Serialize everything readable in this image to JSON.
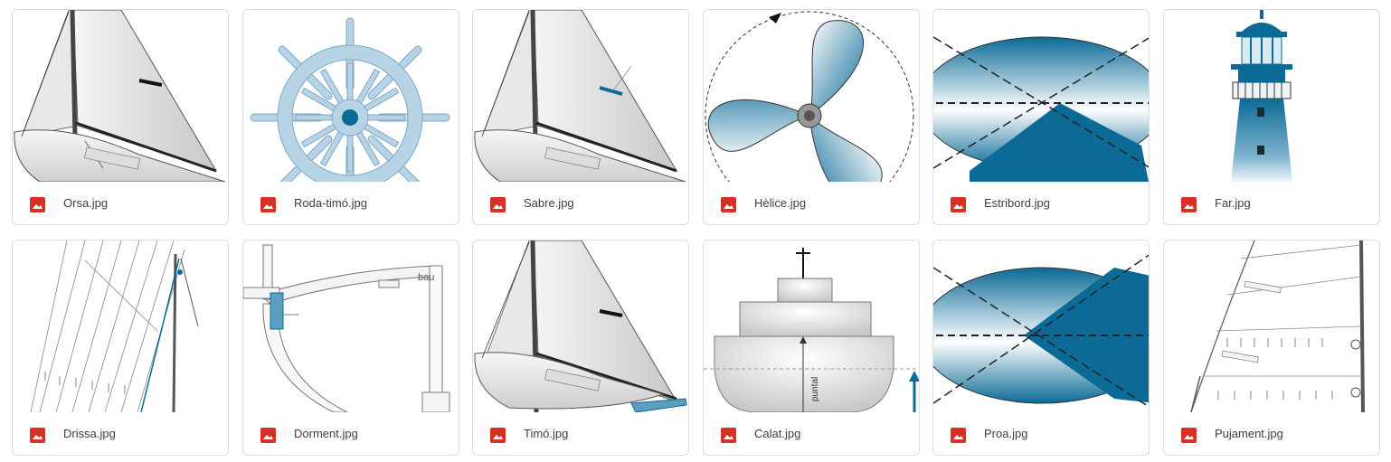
{
  "files": [
    {
      "name": "Orsa.jpg",
      "icon": "image-file-icon"
    },
    {
      "name": "Roda-timó.jpg",
      "icon": "image-file-icon"
    },
    {
      "name": "Sabre.jpg",
      "icon": "image-file-icon"
    },
    {
      "name": "Hèlice.jpg",
      "icon": "image-file-icon"
    },
    {
      "name": "Estribord.jpg",
      "icon": "image-file-icon"
    },
    {
      "name": "Far.jpg",
      "icon": "image-file-icon"
    },
    {
      "name": "Drissa.jpg",
      "icon": "image-file-icon"
    },
    {
      "name": "Dorment.jpg",
      "icon": "image-file-icon"
    },
    {
      "name": "Timó.jpg",
      "icon": "image-file-icon"
    },
    {
      "name": "Calat.jpg",
      "icon": "image-file-icon"
    },
    {
      "name": "Proa.jpg",
      "icon": "image-file-icon"
    },
    {
      "name": "Pujament.jpg",
      "icon": "image-file-icon"
    }
  ],
  "thumb_labels": {
    "dorment": "bau",
    "calat": "puntal"
  },
  "colors": {
    "file_icon": "#d93025",
    "accent_blue": "#0b6a96",
    "wheel_blue": "#b7d4e6",
    "card_border": "#dadce0",
    "label_text": "#3c4043"
  }
}
